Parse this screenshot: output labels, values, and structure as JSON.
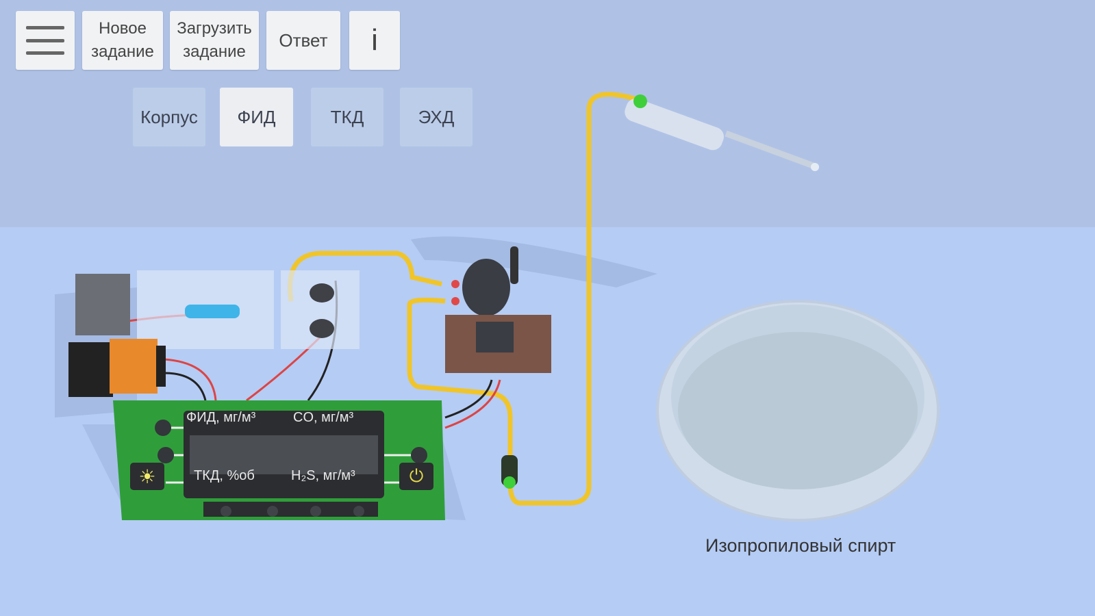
{
  "toolbar": {
    "menu_icon": "hamburger-menu-icon",
    "new_task_line1": "Новое",
    "new_task_line2": "задание",
    "load_task_line1": "Загрузить",
    "load_task_line2": "задание",
    "answer": "Ответ",
    "info": "i"
  },
  "tabs": [
    {
      "label": "Корпус",
      "active": false
    },
    {
      "label": "ФИД",
      "active": true
    },
    {
      "label": "ТКД",
      "active": false
    },
    {
      "label": "ЭХД",
      "active": false
    }
  ],
  "device": {
    "labels": {
      "fid": "ФИД, мг/м³",
      "co": "CO, мг/м³",
      "tkd": "ТКД, %об",
      "h2s": "H₂S, мг/м³"
    },
    "light_icon": "sun-icon",
    "power_icon": "power-icon"
  },
  "dish_label": "Изопропиловый спирт",
  "colors": {
    "board": "#2f9e3a",
    "tube": "#f0c52a",
    "battery_orange": "#e8892c"
  }
}
